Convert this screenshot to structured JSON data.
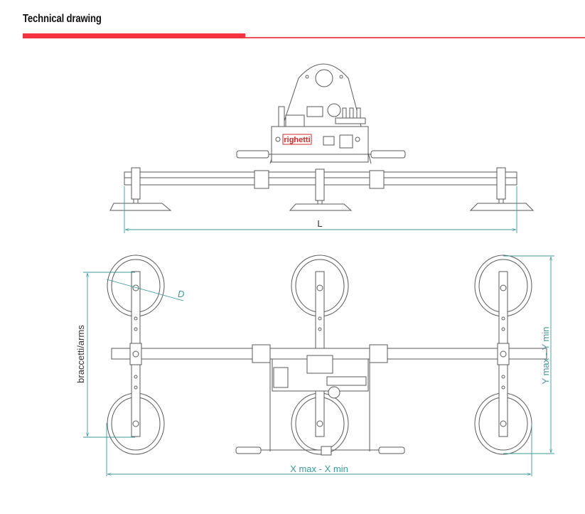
{
  "header": {
    "title": "Technical drawing",
    "accent_color": "#f5333f"
  },
  "drawing": {
    "logo_text": "righetti",
    "dimensions": {
      "length": "L",
      "diameter": "D",
      "arms": "braccetti/arms",
      "y_range": "Y max - Y min",
      "x_range": "X max - X min"
    },
    "dimension_color": "#3a9a98",
    "line_color": "#5a5a5a"
  }
}
